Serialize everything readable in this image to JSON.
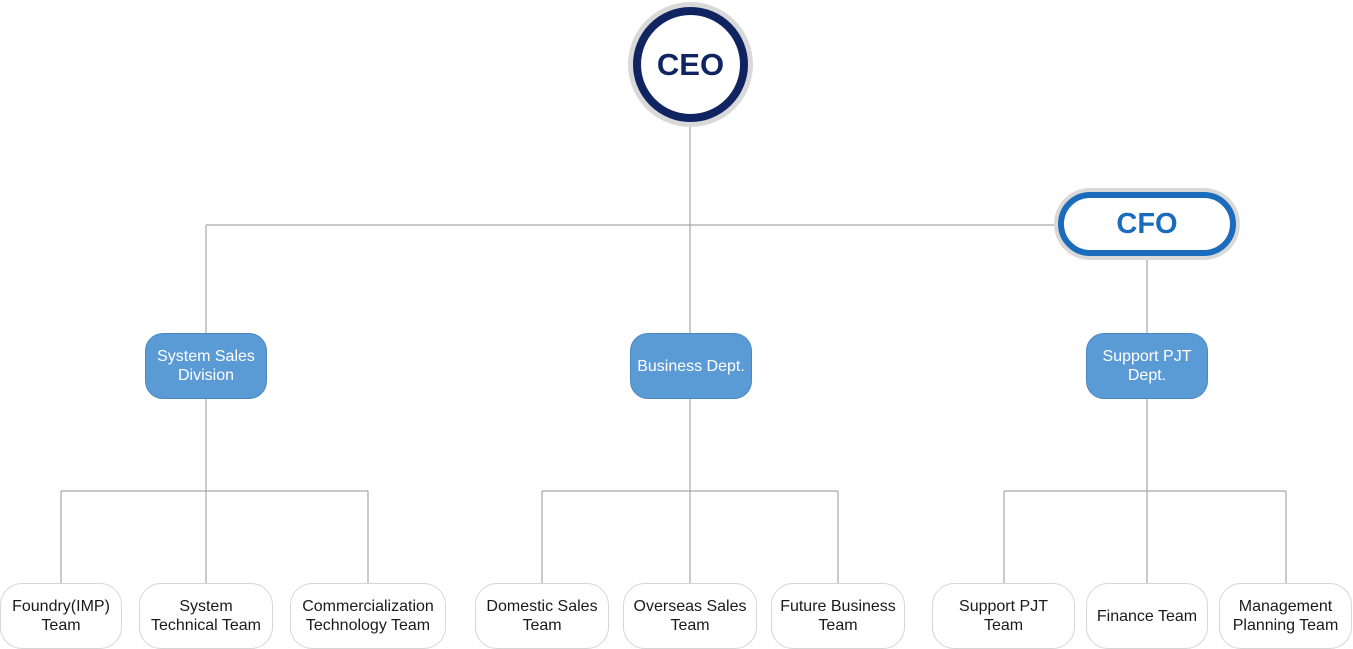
{
  "ceo": {
    "label": "CEO"
  },
  "cfo": {
    "label": "CFO"
  },
  "departments": [
    {
      "label": "System Sales\nDivision"
    },
    {
      "label": "Business Dept."
    },
    {
      "label": "Support PJT\nDept."
    }
  ],
  "teams": [
    {
      "label": "Foundry(IMP)\nTeam"
    },
    {
      "label": "System\nTechnical Team"
    },
    {
      "label": "Commercialization\nTechnology Team"
    },
    {
      "label": "Domestic Sales\nTeam"
    },
    {
      "label": "Overseas Sales\nTeam"
    },
    {
      "label": "Future Business\nTeam"
    },
    {
      "label": "Support PJT\nTeam"
    },
    {
      "label": "Finance Team"
    },
    {
      "label": "Management\nPlanning Team"
    }
  ],
  "colors": {
    "ceo_ring": "#0f2460",
    "cfo_ring": "#1c6cbe",
    "department_fill": "#5b9bd5",
    "connector": "#a6a6a6"
  }
}
